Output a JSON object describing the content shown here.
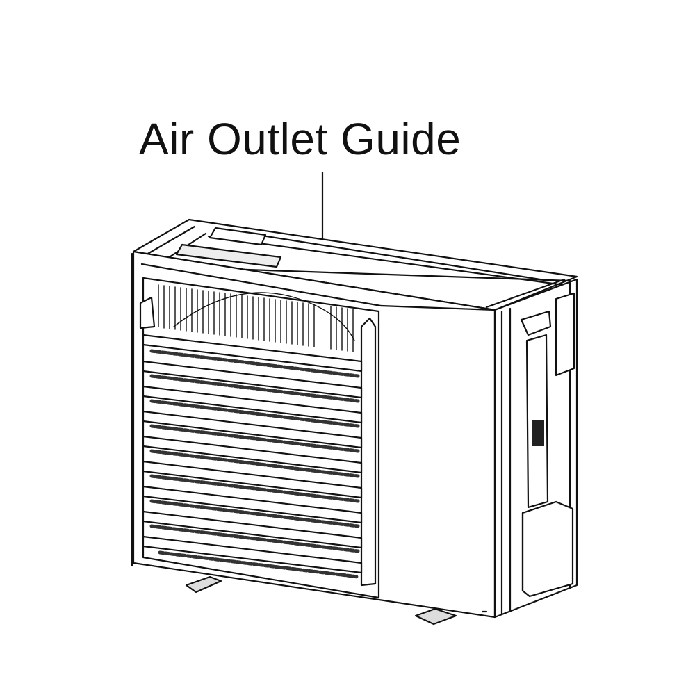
{
  "figure": {
    "type": "line-drawing",
    "subject": "outdoor air conditioner unit",
    "callouts": [
      {
        "id": "air-outlet-guide",
        "label": "Air Outlet Guide",
        "points_to": "front grille louvres"
      }
    ],
    "colors": {
      "line": "#111111",
      "background": "#ffffff"
    },
    "louvre_count": 9
  }
}
